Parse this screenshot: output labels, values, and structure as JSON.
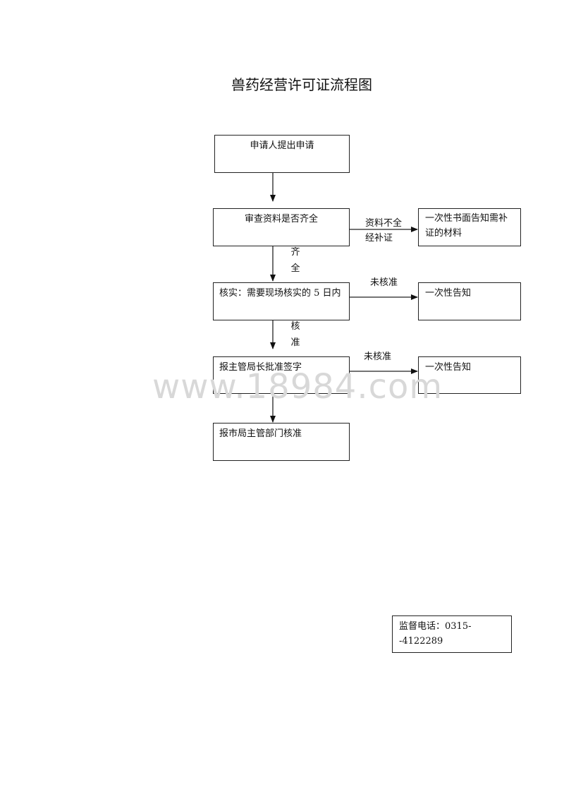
{
  "title": "兽药经营许可证流程图",
  "watermark": "www.18984.com",
  "steps": [
    {
      "id": "apply",
      "text": "申请人提出申请"
    },
    {
      "id": "review",
      "text": "审查资料是否齐全"
    },
    {
      "id": "verify",
      "text": "核实：需要现场核实的 5 日内"
    },
    {
      "id": "sign",
      "text": "报主管局长批准签字"
    },
    {
      "id": "city",
      "text": "报市局主管部门核准"
    }
  ],
  "side_boxes": [
    {
      "id": "notify-written",
      "text": "一次性书面告知需补证的材料"
    },
    {
      "id": "notify-1",
      "text": "一次性告知"
    },
    {
      "id": "notify-2",
      "text": "一次性告知"
    }
  ],
  "edge_labels": {
    "incomplete": "资料不全经补证",
    "complete_1": "齐",
    "complete_2": "全",
    "not_approved_1": "未核准",
    "approved_1": "核",
    "approved_2": "准",
    "not_approved_2": "未核准"
  },
  "contact": {
    "label": "监督电话：0315--4122289"
  }
}
